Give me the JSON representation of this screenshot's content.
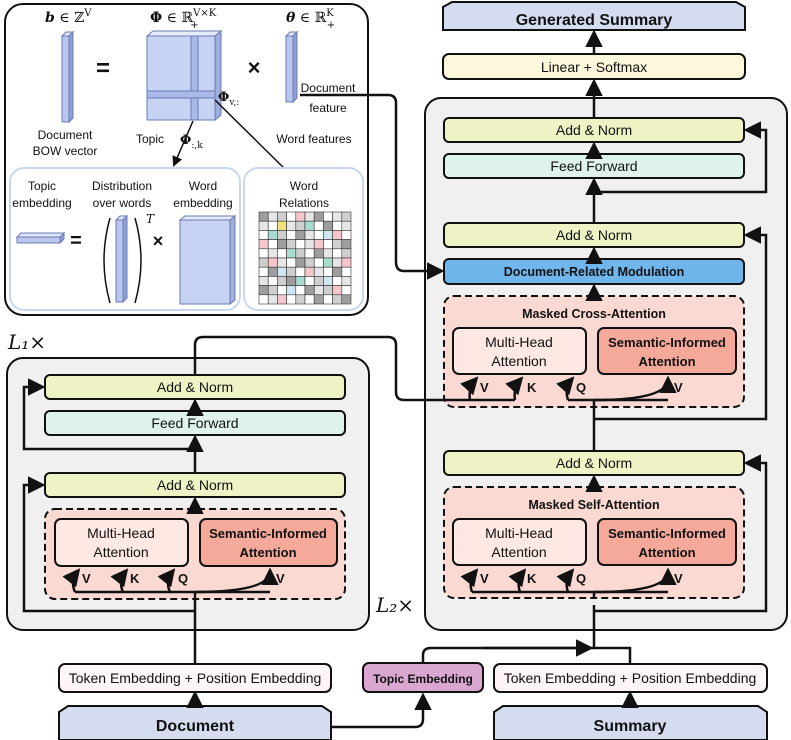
{
  "top_panel": {
    "eq1": {
      "b_label": "b ∈ ℤ^V",
      "phi_label": "Φ ∈ ℝ₊^{V×K}",
      "theta_label": "θ ∈ ℝ₊^K",
      "equals": "=",
      "times": "×",
      "doc_bow_line1": "Document",
      "doc_bow_line2": "BOW vector",
      "topic_label": "Topic",
      "phi_col_label": "Φ:,k",
      "phi_row_label": "Φv,:",
      "doc_feature_line1": "Document",
      "doc_feature_line2": "feature",
      "word_features": "Word features"
    },
    "eq2": {
      "topic_emb_line1": "Topic",
      "topic_emb_line2": "embedding",
      "dist_line1": "Distribution",
      "dist_line2": "over words",
      "word_emb_line1": "Word",
      "word_emb_line2": "embedding",
      "transpose": "T",
      "equals": "=",
      "times": "×"
    },
    "relations": {
      "line1": "Word",
      "line2": "Relations"
    }
  },
  "encoder": {
    "repeat_label": "L₁×",
    "add_norm_top": "Add & Norm",
    "feed_forward": "Feed Forward",
    "add_norm_bottom": "Add & Norm",
    "mha_line1": "Multi-Head",
    "mha_line2": "Attention",
    "sia_line1": "Semantic-Informed",
    "sia_line2": "Attention",
    "v": "V",
    "k": "K",
    "q": "Q",
    "v2": "V",
    "embedding": "Token Embedding + Position Embedding",
    "input": "Document"
  },
  "topic_embedding": "Topic Embedding",
  "decoder": {
    "repeat_label": "L₂×",
    "output": "Generated Summary",
    "linear_softmax": "Linear + Softmax",
    "add_norm_1": "Add & Norm",
    "feed_forward": "Feed Forward",
    "add_norm_2": "Add & Norm",
    "doc_modulation": "Document-Related Modulation",
    "masked_cross": "Masked Cross-Attention",
    "cross_mha_line1": "Multi-Head",
    "cross_mha_line2": "Attention",
    "cross_sia_line1": "Semantic-Informed",
    "cross_sia_line2": "Attention",
    "add_norm_3": "Add & Norm",
    "masked_self": "Masked Self-Attention",
    "self_mha_line1": "Multi-Head",
    "self_mha_line2": "Attention",
    "self_sia_line1": "Semantic-Informed",
    "self_sia_line2": "Attention",
    "v": "V",
    "k": "K",
    "q": "Q",
    "v2": "V",
    "embedding": "Token Embedding + Position Embedding",
    "input": "Summary"
  },
  "colors": {
    "add_norm": "#eef2c4",
    "feed_forward": "#dff3ec",
    "attention_bg": "#fbd9d3",
    "mha": "#fde8e4",
    "sia": "#f4a99a",
    "modulation": "#6fb6ec",
    "topic_embedding": "#d9a7d0",
    "input_box": "#d5dcf0",
    "linear": "#fdf7dc",
    "panel": "#f0f0f0"
  }
}
